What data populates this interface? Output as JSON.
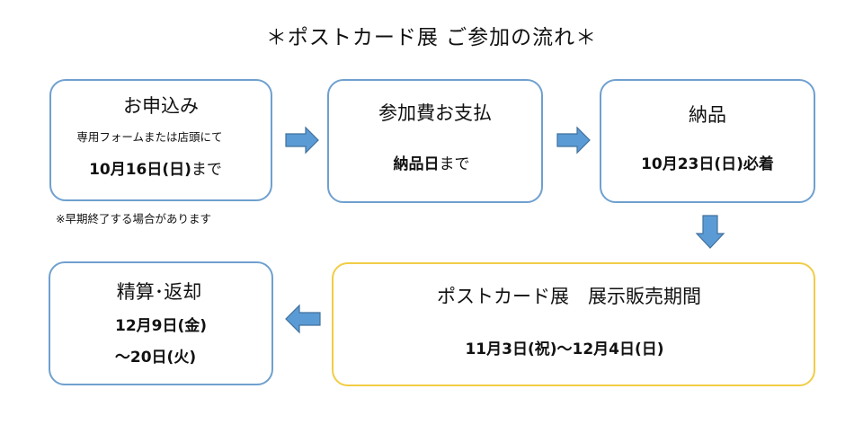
{
  "title": "＊ポストカード展 ご参加の流れ＊",
  "colors": {
    "box_border": "#6fa0cf",
    "highlight_border": "#f2cc45",
    "arrow_fill": "#5b9bd5",
    "arrow_stroke": "#41719c"
  },
  "steps": {
    "apply": {
      "heading": "お申込み",
      "subtext": "専用フォームまたは店頭にて",
      "deadline_date": "10月16日(日)",
      "deadline_suffix": "まで"
    },
    "payment": {
      "heading": "参加費お支払",
      "deadline_date": "納品日",
      "deadline_suffix": "まで"
    },
    "delivery": {
      "heading": "納品",
      "deadline": "10月23日(日)必着"
    },
    "exhibition": {
      "heading": "ポストカード展　展示販売期間",
      "period": "11月3日(祝)〜12月4日(日)"
    },
    "settlement": {
      "heading": "精算･返却",
      "date_line1": "12月9日(金)",
      "date_line2": "〜20日(火)"
    }
  },
  "note": "※早期終了する場合があります",
  "arrows": [
    "right-arrow",
    "right-arrow",
    "down-arrow",
    "left-arrow"
  ]
}
